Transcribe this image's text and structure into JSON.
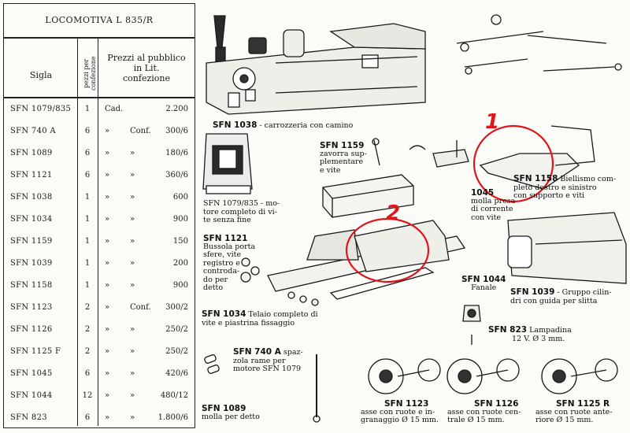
{
  "table": {
    "title": "LOCOMOTIVA L 835/R",
    "col_sigla": "Sigla",
    "col_pezzi": "pezzi per confezione",
    "col_prezzi": [
      "Prezzi al pubblico",
      "in Lit.",
      "confezione"
    ],
    "rows": [
      {
        "sigla": "SFN 1079/835",
        "pezzi": "1",
        "m1": "Cad.",
        "m2": "",
        "conf": "",
        "price": "2.200"
      },
      {
        "sigla": "SFN 740 A",
        "pezzi": "6",
        "m1": "»",
        "m2": "",
        "conf": "Conf.",
        "price": "300/6"
      },
      {
        "sigla": "SFN 1089",
        "pezzi": "6",
        "m1": "»",
        "m2": "»",
        "conf": "",
        "price": "180/6"
      },
      {
        "sigla": "SFN 1121",
        "pezzi": "6",
        "m1": "»",
        "m2": "»",
        "conf": "",
        "price": "360/6"
      },
      {
        "sigla": "SFN 1038",
        "pezzi": "1",
        "m1": "»",
        "m2": "»",
        "conf": "",
        "price": "600"
      },
      {
        "sigla": "SFN 1034",
        "pezzi": "1",
        "m1": "»",
        "m2": "»",
        "conf": "",
        "price": "900"
      },
      {
        "sigla": "SFN 1159",
        "pezzi": "1",
        "m1": "»",
        "m2": "»",
        "conf": "",
        "price": "150"
      },
      {
        "sigla": "SFN 1039",
        "pezzi": "1",
        "m1": "»",
        "m2": "»",
        "conf": "",
        "price": "200"
      },
      {
        "sigla": "SFN 1158",
        "pezzi": "1",
        "m1": "»",
        "m2": "»",
        "conf": "",
        "price": "900"
      },
      {
        "sigla": "SFN 1123",
        "pezzi": "2",
        "m1": "»",
        "m2": "",
        "conf": "Conf.",
        "price": "300/2"
      },
      {
        "sigla": "SFN 1126",
        "pezzi": "2",
        "m1": "»",
        "m2": "»",
        "conf": "",
        "price": "250/2"
      },
      {
        "sigla": "SFN 1125 F",
        "pezzi": "2",
        "m1": "»",
        "m2": "»",
        "conf": "",
        "price": "250/2"
      },
      {
        "sigla": "SFN 1045",
        "pezzi": "6",
        "m1": "»",
        "m2": "»",
        "conf": "",
        "price": "420/6"
      },
      {
        "sigla": "SFN 1044",
        "pezzi": "12",
        "m1": "»",
        "m2": "»",
        "conf": "",
        "price": "480/12"
      },
      {
        "sigla": "SFN 823",
        "pezzi": "6",
        "m1": "»",
        "m2": "»",
        "conf": "",
        "price": "1.800/6"
      }
    ]
  },
  "labels": {
    "l1038": {
      "code": "SFN 1038",
      "text": " - carrozzeria con camino"
    },
    "l1159": {
      "code": "SFN 1159",
      "lines": [
        "zavorra sup-",
        "plementare",
        "e vite"
      ]
    },
    "l1079": {
      "code": "",
      "lines": [
        "SFN 1079/835 - mo-",
        "tore completo di vi-",
        "te senza fine"
      ]
    },
    "l1045": {
      "code": "1045",
      "lines": [
        "molla presa",
        "di corrente",
        "con vite"
      ]
    },
    "l1158": {
      "code": "SFN 1158",
      "text": " Biellismo com-",
      "lines": [
        "pleto destro e sinistro",
        "con supporto e viti"
      ]
    },
    "l1121": {
      "code": "SFN 1121",
      "lines": [
        "Bussola porta",
        "sfere, vite",
        "registro e",
        "controda-",
        "do per",
        "detto"
      ]
    },
    "l1044": {
      "code": "SFN 1044",
      "lines": [
        "Fanale"
      ]
    },
    "l1039": {
      "code": "SFN 1039",
      "text": " - Gruppo cilin-",
      "lines": [
        "dri con guida per slitta"
      ]
    },
    "l1034": {
      "code": "SFN 1034",
      "text": " Telaio completo di",
      "lines": [
        "vite e piastrina fissaggio"
      ]
    },
    "l823": {
      "code": "SFN 823",
      "text": " Lampadina",
      "lines": [
        "12 V. Ø 3 mm."
      ]
    },
    "l740": {
      "code": "SFN 740 A",
      "text": " spaz-",
      "lines": [
        "zola rame per",
        "motore SFN 1079"
      ]
    },
    "l1089": {
      "code": "SFN 1089",
      "lines": [
        "molla per detto"
      ]
    },
    "l1123": {
      "code": "SFN 1123",
      "lines": [
        "asse con ruote e in-",
        "granaggio Ø 15 mm."
      ]
    },
    "l1126": {
      "code": "SFN 1126",
      "lines": [
        "asse con ruote cen-",
        "trale Ø 15 mm."
      ]
    },
    "l1125": {
      "code": "SFN 1125 R",
      "lines": [
        "asse con ruote ante-",
        "riore Ø 15 mm."
      ]
    }
  },
  "callouts": [
    "1",
    "2"
  ],
  "colors": {
    "callout": "#e0141c",
    "ink": "#1a1a1a",
    "paper": "#fbfbf8"
  }
}
